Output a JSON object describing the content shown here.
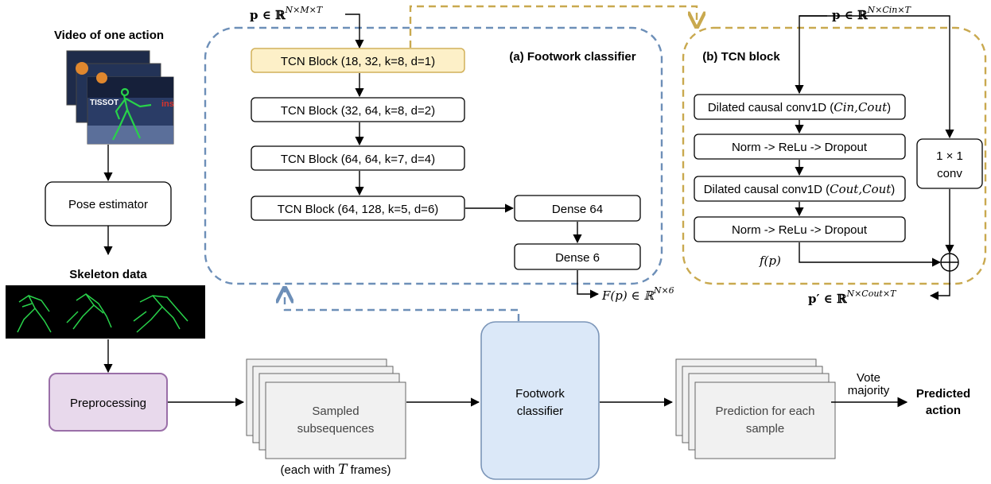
{
  "left_column": {
    "video_title": "Video of one action",
    "video_frame_text": [
      "TISSOT",
      "ins"
    ],
    "pose_estimator": "Pose estimator",
    "skeleton_title": "Skeleton data",
    "preprocessing": "Preprocessing"
  },
  "bottom_row": {
    "sampled_subsequences_line1": "Sampled",
    "sampled_subsequences_line2": "subsequences",
    "frames_note_prefix": "(each with ",
    "frames_note_var": "T",
    "frames_note_suffix": " frames)",
    "footwork_classifier_line1": "Footwork",
    "footwork_classifier_line2": "classifier",
    "prediction_line1": "Prediction for each",
    "prediction_line2": "sample",
    "vote_line1": "Vote",
    "vote_line2": "majority",
    "predicted_line1": "Predicted",
    "predicted_line2": "action"
  },
  "classifier_panel": {
    "title": "(a) Footwork classifier",
    "input_label": "p ∈ ℝ",
    "input_sup": "N×M×T",
    "blocks": [
      "TCN Block (18, 32, k=8, d=1)",
      "TCN Block (32, 64, k=8, d=2)",
      "TCN Block (64, 64, k=7, d=4)",
      "TCN Block (64, 128, k=5, d=6)"
    ],
    "dense1": "Dense 64",
    "dense2": "Dense 6",
    "output_label": "F(p) ∈ ℝ",
    "output_sup": "N×6"
  },
  "tcn_panel": {
    "title": "(b) TCN block",
    "input_label": "p ∈ ℝ",
    "input_sup": "N×Cin×T",
    "conv1_text": "Dilated causal conv1D (",
    "conv1_args": "Cin,Cout",
    "norm1": "Norm -> ReLu -> Dropout",
    "conv2_text": "Dilated causal conv1D (",
    "conv2_args": "Cout,Cout",
    "norm2": "Norm -> ReLu -> Dropout",
    "conv_1x1_line1": "1 × 1",
    "conv_1x1_line2": "conv",
    "residual_label": "f(p)",
    "output_label": "p′ ∈ ℝ",
    "output_sup": "N×Cout×T"
  },
  "colors": {
    "classifier_border": "#6d8fb8",
    "tcn_border": "#c9a94f",
    "highlight_block_fill": "#fdf0c8",
    "highlight_block_border": "#d2b15a",
    "preprocessing_fill": "#e8d9ec",
    "preprocessing_border": "#9a6fa8",
    "footwork_fill": "#dbe8f8",
    "footwork_border": "#7b95b8",
    "stack_fill": "#f1f1f1",
    "skeleton_line": "#28d24a"
  }
}
